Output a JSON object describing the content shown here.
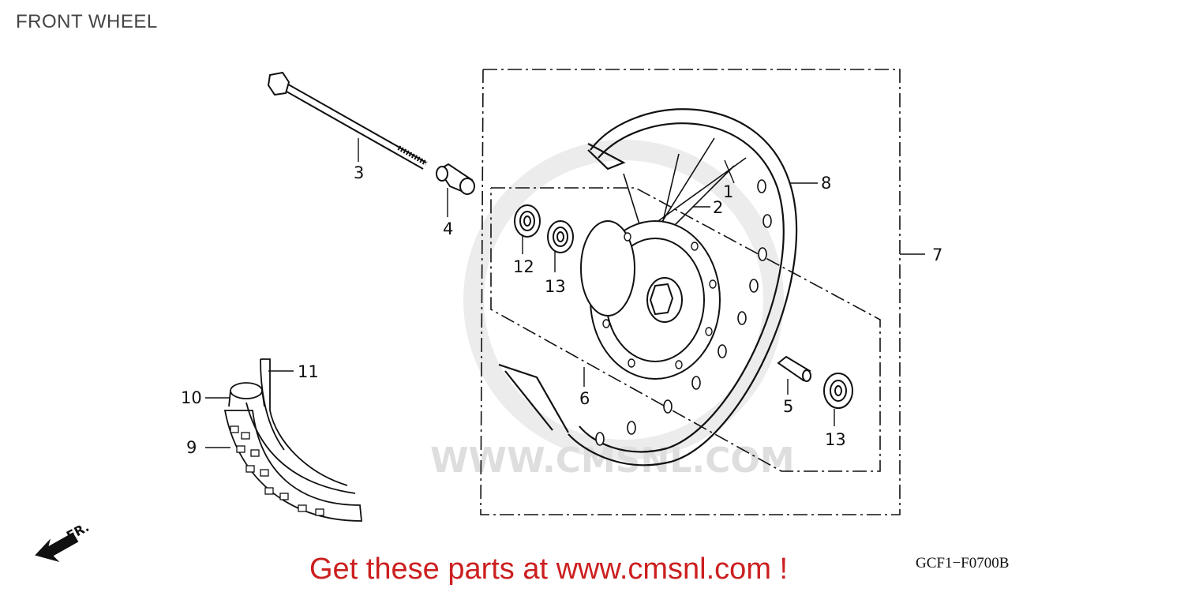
{
  "title": "FRONT WHEEL",
  "diagram_code": "GCF1−F0700B",
  "promo_text": "Get these parts at www.cmsnl.com !",
  "watermark": "WWW.CMSNL.COM",
  "direction_label": "FR.",
  "callouts": {
    "c1": "1",
    "c2": "2",
    "c3": "3",
    "c4": "4",
    "c5": "5",
    "c6": "6",
    "c7": "7",
    "c8": "8",
    "c9": "9",
    "c10": "10",
    "c11": "11",
    "c12": "12",
    "c13a": "13",
    "c13b": "13"
  },
  "colors": {
    "promo": "#cc1f1f",
    "lines": "#111111",
    "watermark": "#dedede"
  }
}
